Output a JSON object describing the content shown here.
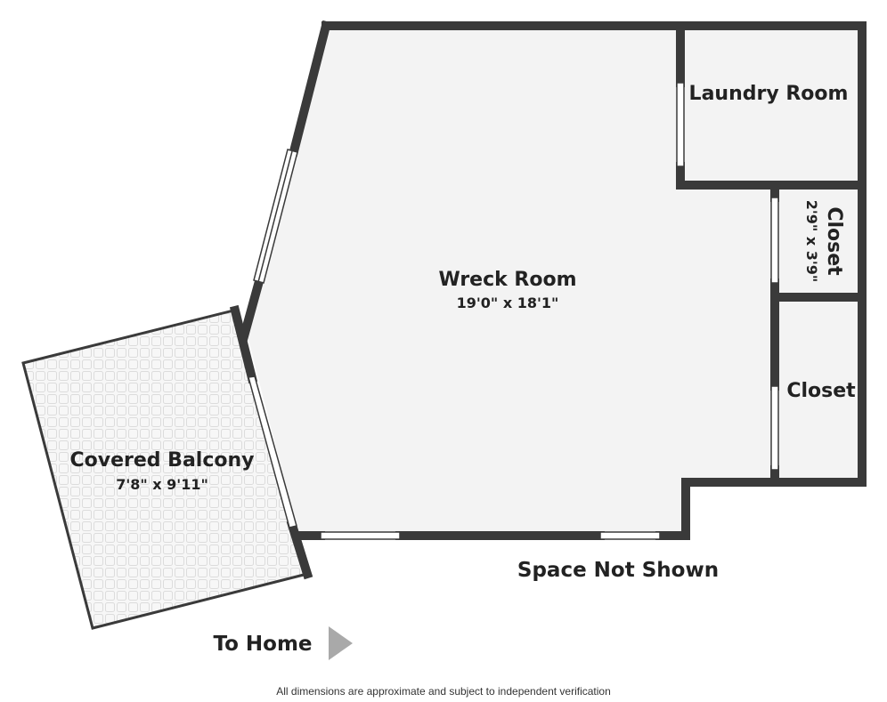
{
  "rooms": {
    "wreck_room": {
      "name": "Wreck Room",
      "dims": "19'0\" x 18'1\""
    },
    "laundry_room": {
      "name": "Laundry Room"
    },
    "closet_upper": {
      "name": "Closet",
      "dims": "2'9\" x 3'9\""
    },
    "closet_lower": {
      "name": "Closet"
    },
    "covered_balcony": {
      "name": "Covered Balcony",
      "dims": "7'8\" x 9'11\""
    }
  },
  "labels": {
    "space_not_shown": "Space Not Shown",
    "to_home": "To Home"
  },
  "footer": {
    "disclaimer": "All dimensions are approximate and subject to independent verification"
  },
  "colors": {
    "wall": "#3a3a3a",
    "floor": "#f3f3f3",
    "balcony_tile": "#e2e2e2",
    "arrow": "#a9a9a9",
    "text": "#222222"
  },
  "icons": {
    "direction_arrow": "play-triangle-icon"
  }
}
